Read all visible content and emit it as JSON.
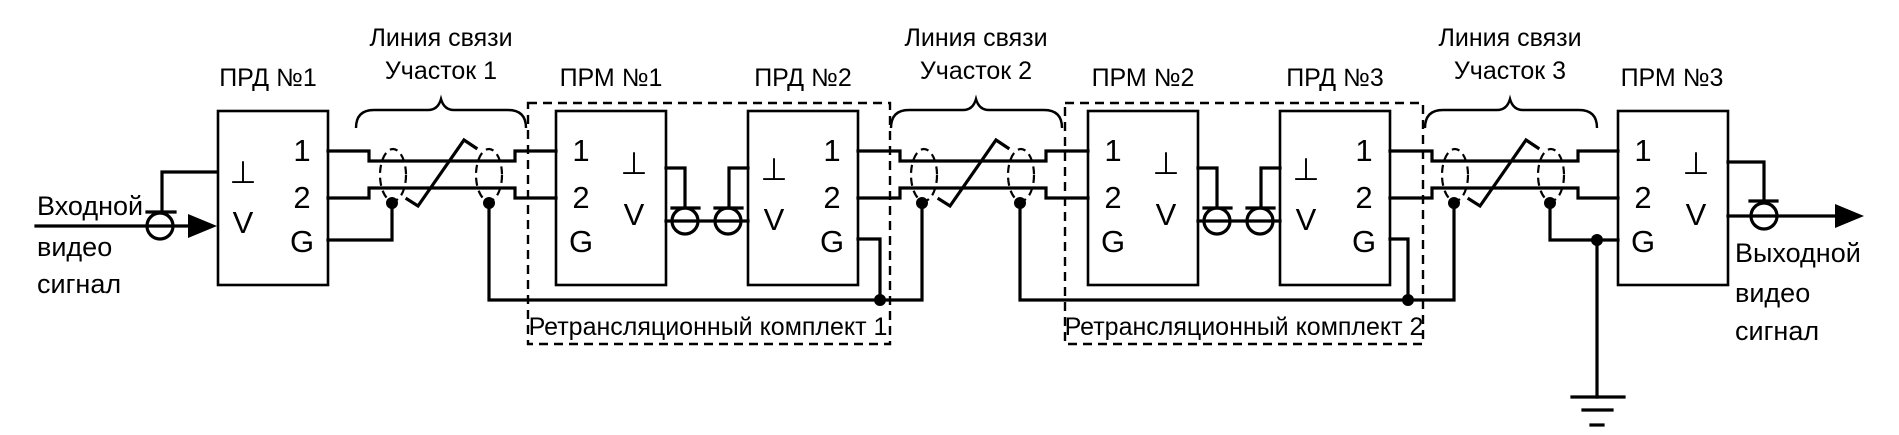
{
  "diagram": {
    "colors": {
      "line": "#000000",
      "background": "#ffffff"
    },
    "units": [
      {
        "id": "tx1",
        "title": "ПРД №1",
        "kind": "transmitter",
        "pins": [
          "1",
          "2",
          "G"
        ],
        "io": [
          "⊥",
          "V"
        ]
      },
      {
        "id": "rx1",
        "title": "ПРМ №1",
        "kind": "receiver",
        "pins": [
          "1",
          "2",
          "G"
        ],
        "io": [
          "⊥",
          "V"
        ]
      },
      {
        "id": "tx2",
        "title": "ПРД №2",
        "kind": "transmitter",
        "pins": [
          "1",
          "2",
          "G"
        ],
        "io": [
          "⊥",
          "V"
        ]
      },
      {
        "id": "rx2",
        "title": "ПРМ №2",
        "kind": "receiver",
        "pins": [
          "1",
          "2",
          "G"
        ],
        "io": [
          "⊥",
          "V"
        ]
      },
      {
        "id": "tx3",
        "title": "ПРД №3",
        "kind": "transmitter",
        "pins": [
          "1",
          "2",
          "G"
        ],
        "io": [
          "⊥",
          "V"
        ]
      },
      {
        "id": "rx3",
        "title": "ПРМ №3",
        "kind": "receiver",
        "pins": [
          "1",
          "2",
          "G"
        ],
        "io": [
          "⊥",
          "V"
        ]
      }
    ],
    "lines": [
      {
        "title_line1": "Линия связи",
        "title_line2": "Участок 1",
        "from": "tx1",
        "to": "rx1"
      },
      {
        "title_line1": "Линия связи",
        "title_line2": "Участок 2",
        "from": "tx2",
        "to": "rx2"
      },
      {
        "title_line1": "Линия связи",
        "title_line2": "Участок 3",
        "from": "tx3",
        "to": "rx3"
      }
    ],
    "repeaters": [
      {
        "label": "Ретрансляционный комплект 1",
        "contains": [
          "rx1",
          "tx2"
        ]
      },
      {
        "label": "Ретрансляционный комплект 2",
        "contains": [
          "rx2",
          "tx3"
        ]
      }
    ],
    "input_signal": {
      "line1": "Входной",
      "line2": "видео",
      "line3": "сигнал"
    },
    "output_signal": {
      "line1": "Выходной",
      "line2": "видео",
      "line3": "сигнал"
    },
    "ground_symbol": "earth-ground"
  }
}
